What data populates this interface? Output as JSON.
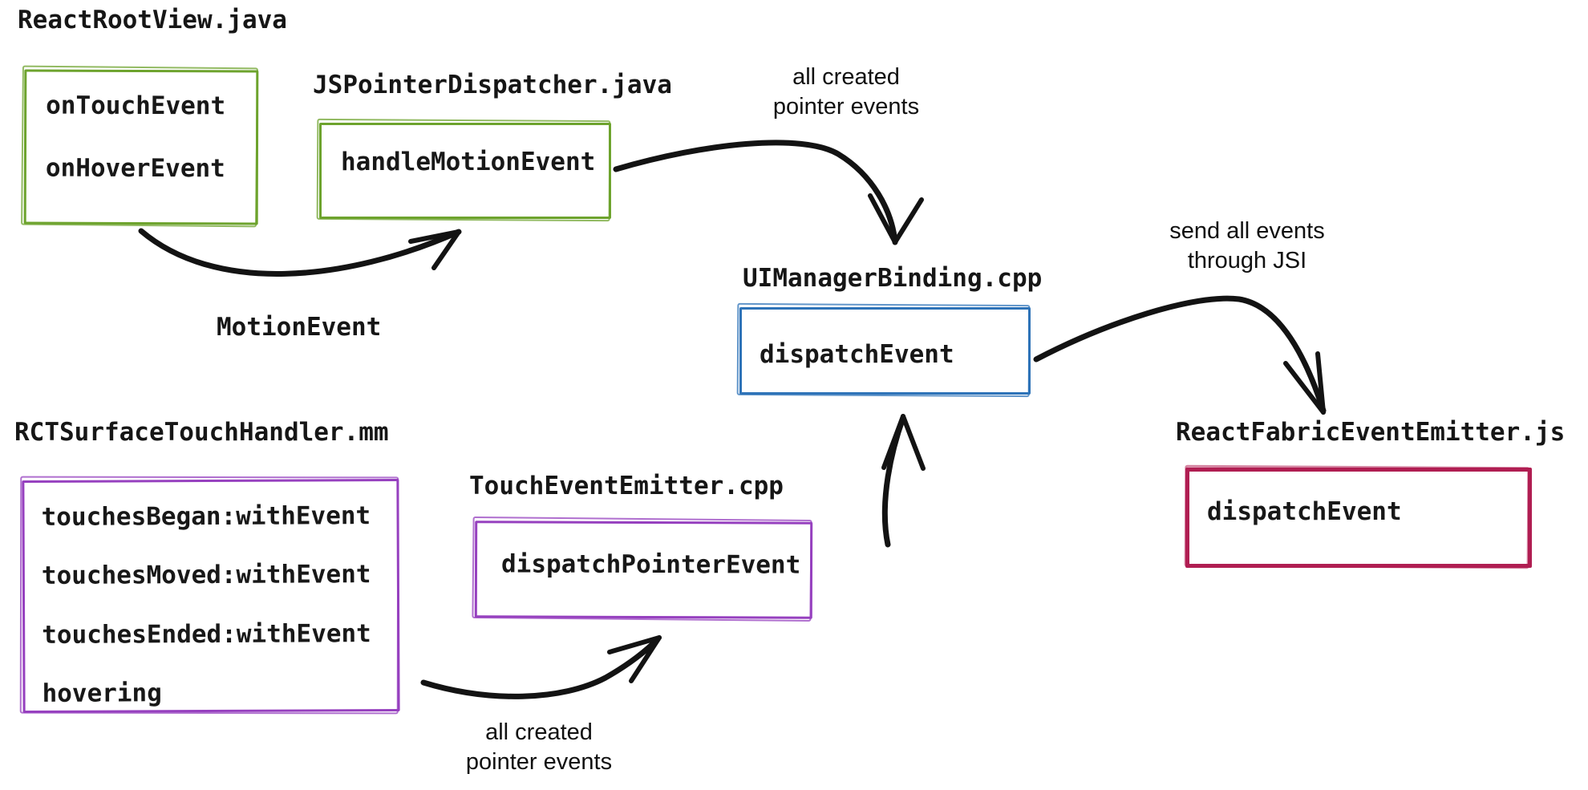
{
  "diagram": {
    "description": "React Native pointer/touch event flow diagram",
    "colors": {
      "android_green": "#6da32d",
      "cpp_blue": "#2e73b8",
      "ios_purple": "#9640bf",
      "js_crimson": "#b01e52",
      "ink": "#111111",
      "background": "#ffffff"
    },
    "nodes": {
      "react_root_view": {
        "title": "ReactRootView.java",
        "methods": [
          "onTouchEvent",
          "onHoverEvent"
        ]
      },
      "js_pointer_dispatcher": {
        "title": "JSPointerDispatcher.java",
        "methods": [
          "handleMotionEvent"
        ]
      },
      "ui_manager_binding": {
        "title": "UIManagerBinding.cpp",
        "methods": [
          "dispatchEvent"
        ]
      },
      "react_fabric_event_emitter": {
        "title": "ReactFabricEventEmitter.js",
        "methods": [
          "dispatchEvent"
        ]
      },
      "rct_surface_touch_handler": {
        "title": "RCTSurfaceTouchHandler.mm",
        "methods": [
          "touchesBegan:withEvent",
          "touchesMoved:withEvent",
          "touchesEnded:withEvent",
          "hovering"
        ]
      },
      "touch_event_emitter": {
        "title": "TouchEventEmitter.cpp",
        "methods": [
          "dispatchPointerEvent"
        ]
      }
    },
    "edge_labels": {
      "motion_event": "MotionEvent",
      "all_created_pointer_events_top": "all created\npointer events",
      "send_all_events_through_jsi": "send all events\nthrough JSI",
      "all_created_pointer_events_bottom": "all created\npointer events"
    }
  }
}
